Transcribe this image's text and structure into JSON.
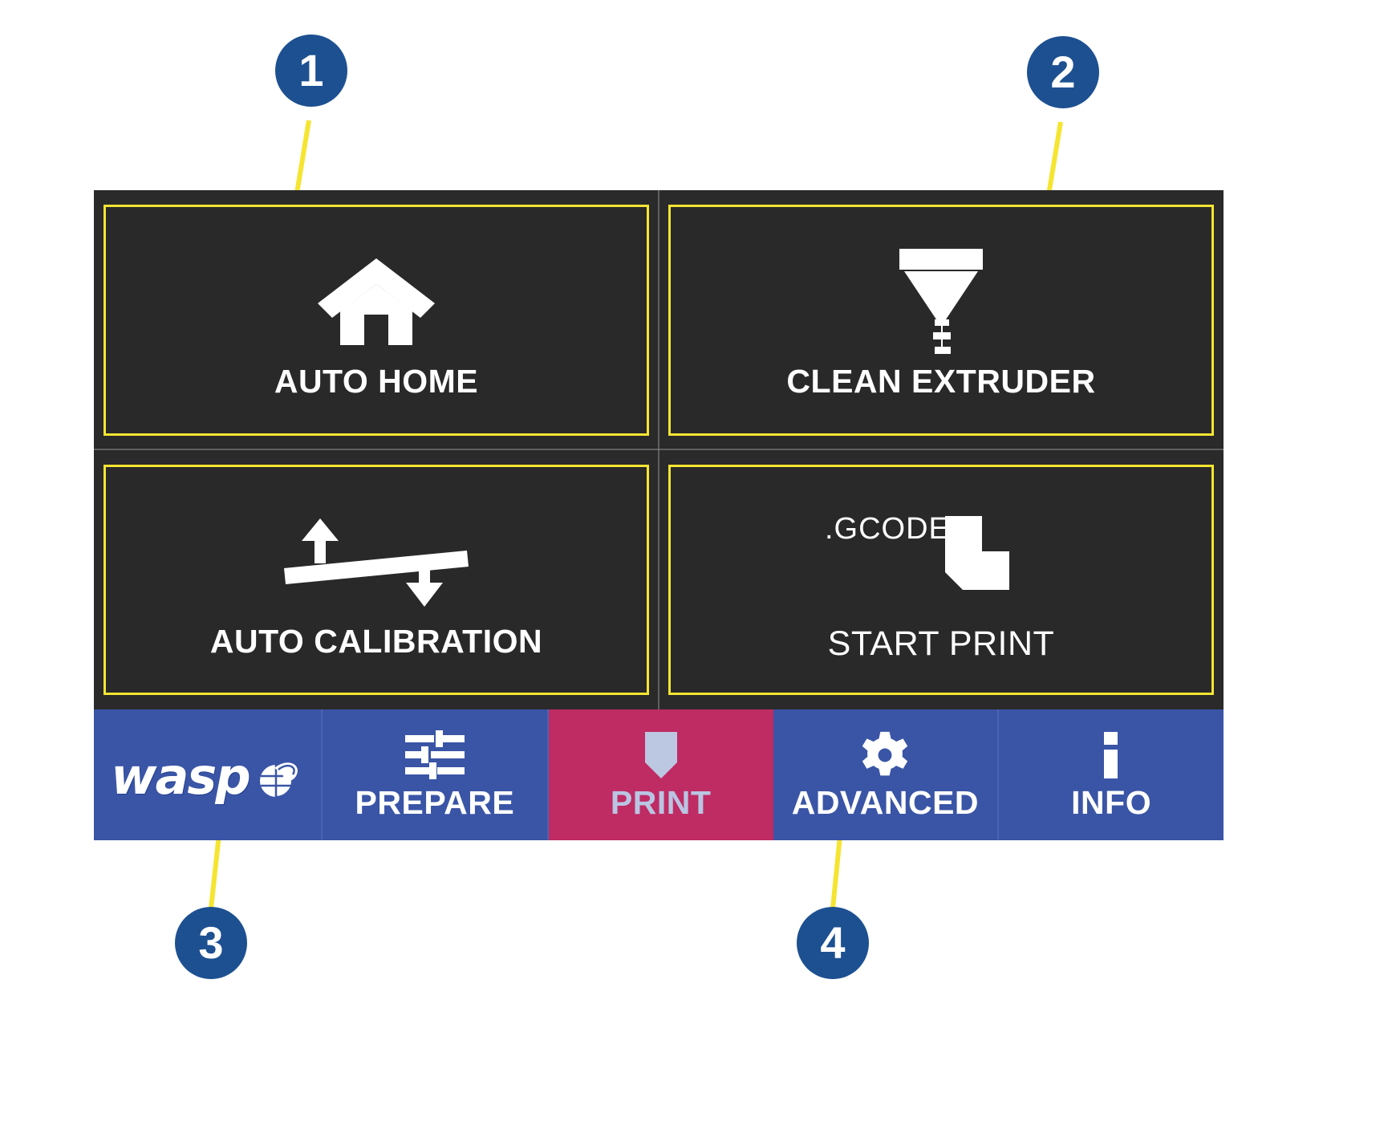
{
  "device": {
    "name": "WASP 3D printer touchscreen",
    "screen_bg": "#2a2a2a",
    "tile_border_color": "#f5e531",
    "nav_bg": "#3a55a6",
    "active_tab_bg": "#bf2b63",
    "callout_color": "#1d5091",
    "leader_color": "#f5e531"
  },
  "tiles": [
    {
      "id": "auto-home",
      "label": "AUTO HOME",
      "icon": "home-icon"
    },
    {
      "id": "clean-extruder",
      "label": "CLEAN EXTRUDER",
      "icon": "extruder-funnel-icon"
    },
    {
      "id": "auto-calibration",
      "label": "AUTO CALIBRATION",
      "icon": "bed-level-tilt-icon"
    },
    {
      "id": "start-print",
      "label": "START PRINT",
      "icon": "gcode-file-cursor-icon",
      "icon_text": ".GCODE"
    }
  ],
  "nav": {
    "brand": {
      "label": "wasp",
      "icon": "wasp-globe-logo"
    },
    "items": [
      {
        "id": "prepare",
        "label": "PREPARE",
        "icon": "sliders-tune-icon",
        "active": false
      },
      {
        "id": "print",
        "label": "PRINT",
        "icon": "nozzle-shield-icon",
        "active": true
      },
      {
        "id": "advanced",
        "label": "ADVANCED",
        "icon": "gear-icon",
        "active": false
      },
      {
        "id": "info",
        "label": "INFO",
        "icon": "info-i-icon",
        "active": false
      }
    ]
  },
  "callouts": [
    {
      "number": "1",
      "target": "auto-home"
    },
    {
      "number": "2",
      "target": "clean-extruder"
    },
    {
      "number": "3",
      "target": "auto-calibration"
    },
    {
      "number": "4",
      "target": "start-print"
    }
  ]
}
